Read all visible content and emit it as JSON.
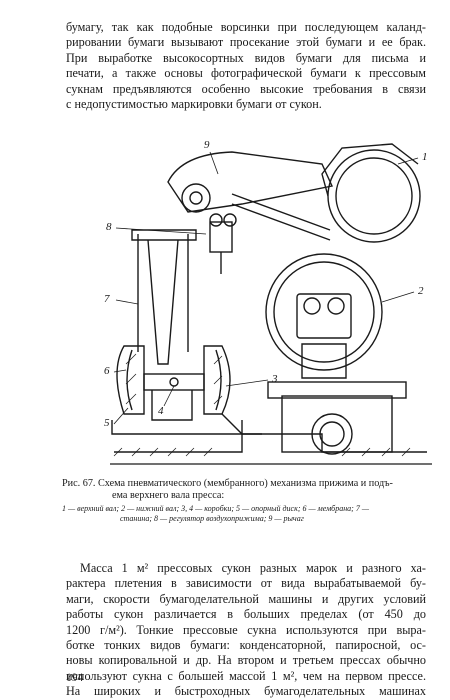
{
  "top_paragraph": {
    "lines": [
      "бумагу, так как подобные ворсинки при последующем каланд-",
      "рировании бумаги вызывают просекание этой бумаги и ее брак.",
      "При выработке высокосортных видов бумаги для письма и",
      "печати, а также основы фотографической бумаги к прессовым",
      "сукнам предъявляются особенно высокие требования в связи",
      "с недопустимостью маркировки бумаги от сукон."
    ]
  },
  "figure": {
    "labels": [
      "9",
      "1",
      "8",
      "2",
      "7",
      "3",
      "6",
      "5",
      "4"
    ]
  },
  "caption": {
    "line1": "Рис. 67. Схема пневматического (мембранного) механизма прижима и подъ-",
    "line2": "ема верхнего вала пресса:"
  },
  "legend": {
    "line1": "1 — верхний вал; 2 — нижний вал; 3, 4 — коробки; 5 — опорный диск; 6 — мембрана; 7 —",
    "line2": "станина; 8 — регулятор воздухоприжима; 9 — рычаг"
  },
  "bottom_paragraph": {
    "lines": [
      "Масса 1 м² прессовых сукон разных марок и разного ха-",
      "рактера плетения в зависимости от вида вырабатываемой бу-",
      "маги, скорости бумагоделательной машины и других условий",
      "работы сукон различается в больших пределах (от 450 до",
      "1200 г/м²). Тонкие прессовые сукна используются при выра-",
      "ботке тонких видов бумаги: конденсаторной, папиросной, ос-",
      "новы копировальной и др. На втором и третьем прессах обычно",
      "используют сукна с большей массой 1 м², чем на первом прессе.",
      "На широких и быстроходных бумагоделательных машинах"
    ]
  },
  "page_number": "194"
}
